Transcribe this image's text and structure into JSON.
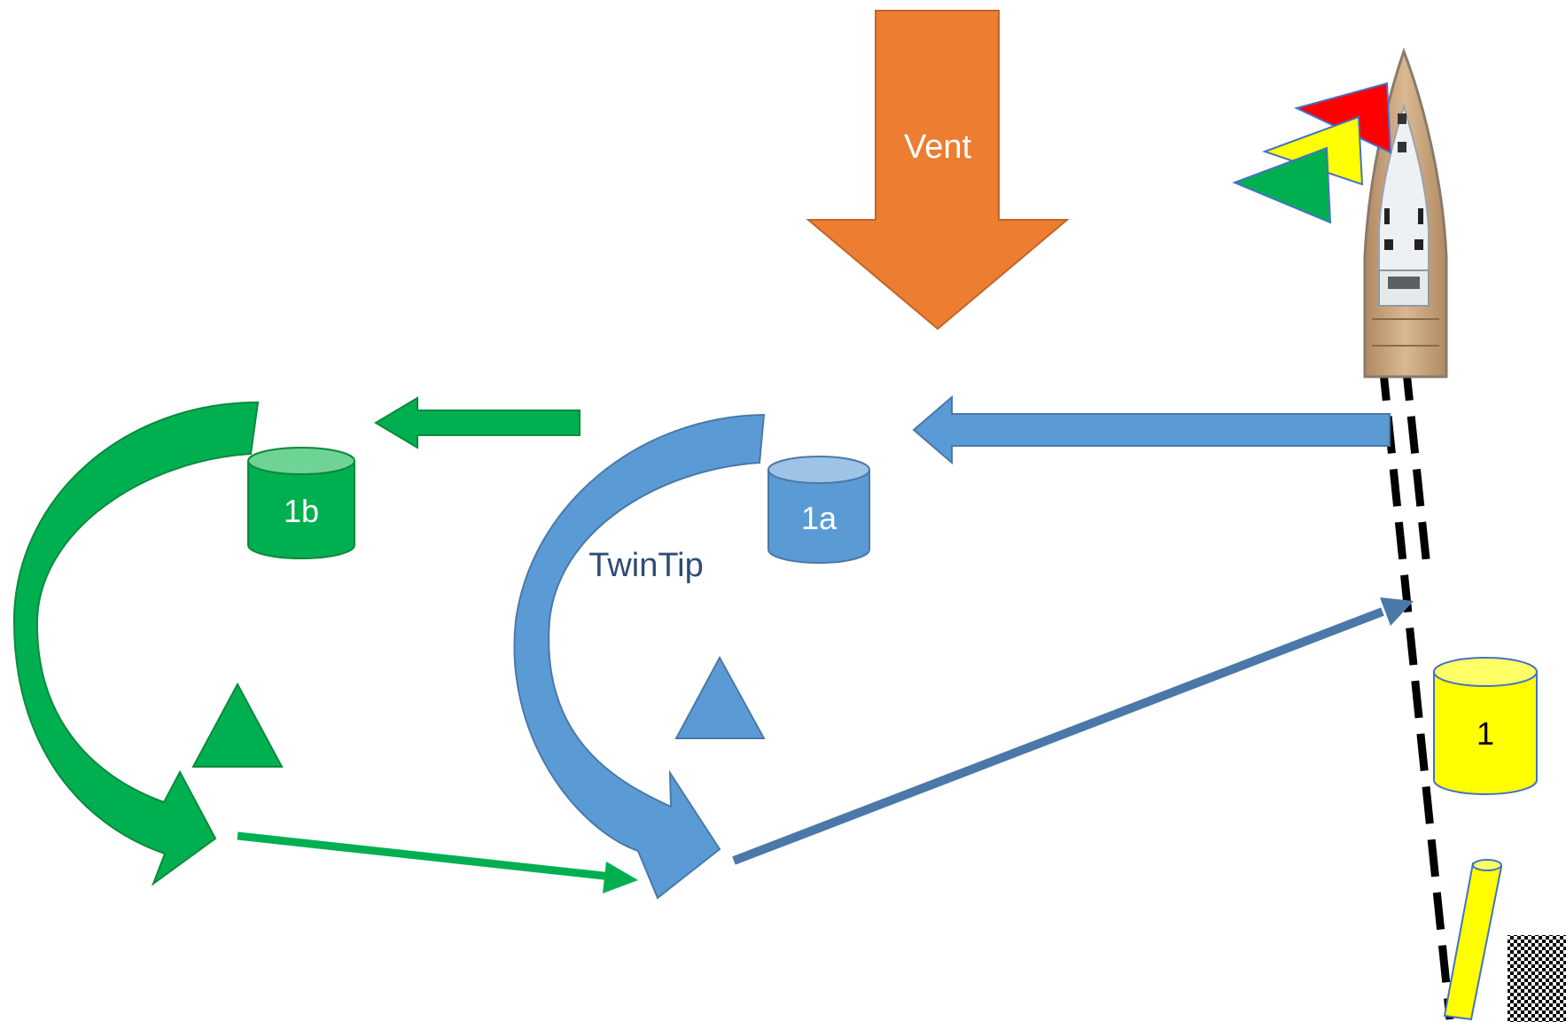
{
  "labels": {
    "wind": "Vent",
    "buoy_1b": "1b",
    "buoy_1a": "1a",
    "buoy_1": "1",
    "twintip": "TwinTip"
  },
  "colors": {
    "orange": "#ed7d31",
    "green": "#00b050",
    "green_dark": "#0a8a3c",
    "green_top": "#6fd396",
    "blue": "#5b9bd5",
    "blue_dark": "#4a78a8",
    "blue_top": "#9dc3e6",
    "yellow": "#ffff00",
    "yellow_dark": "#c8a800",
    "red": "#ff0000",
    "white": "#ffffff",
    "black": "#000000",
    "label_blue": "#2e4c74"
  },
  "icons": {
    "boat": "sailboat-top-view",
    "flags": [
      "red-flag",
      "yellow-flag",
      "green-flag"
    ],
    "finish_flag": "checkered-flag",
    "finish_pole": "yellow-pole"
  }
}
